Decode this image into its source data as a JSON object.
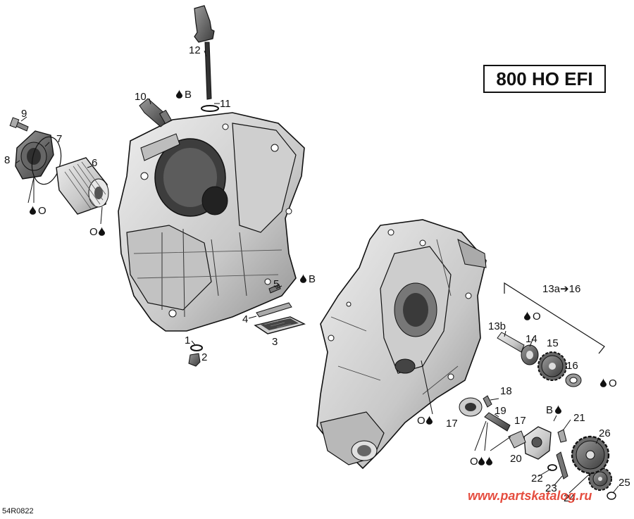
{
  "diagram": {
    "model_label": "800 HO EFI",
    "reference_code": "54R0822",
    "watermark": "www.partskatalog.ru",
    "callouts": {
      "c1": "1",
      "c2": "2",
      "c3": "3",
      "c4": "4",
      "c5": "5",
      "c6": "6",
      "c7": "7",
      "c8": "8",
      "c9": "9",
      "c10": "10",
      "c11": "11",
      "c12": "12",
      "c13b": "13b",
      "c13range": "13a➔16",
      "c14": "14",
      "c15": "15",
      "c16": "16",
      "c17a": "17",
      "c17b": "17",
      "c18": "18",
      "c19": "19",
      "c20": "20",
      "c21": "21",
      "c22": "22",
      "c23": "23",
      "c24": "24",
      "c25": "25",
      "c26": "26"
    },
    "lubrication_marks": {
      "oil_after": "O",
      "oil_before": "O",
      "grease": "B"
    },
    "colors": {
      "line": "#111111",
      "part_light": "#d9d9d9",
      "part_mid": "#a8a8a8",
      "part_dark": "#555555",
      "watermark": "#e33a2b"
    }
  }
}
